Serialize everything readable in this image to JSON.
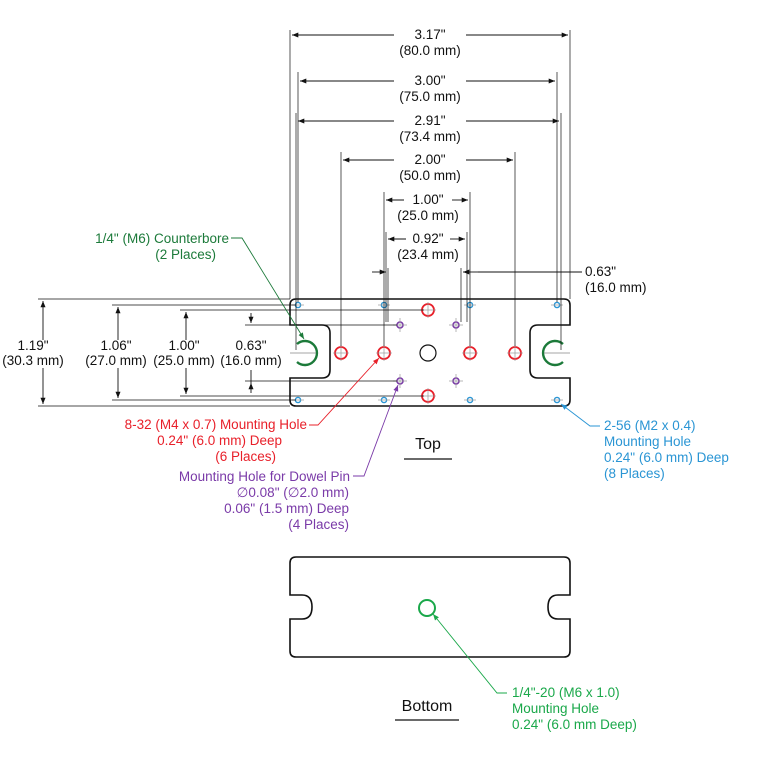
{
  "colors": {
    "outline": "#111111",
    "counterbore": "#1c7a3a",
    "mount_8_32": "#e8202a",
    "dowel": "#7a3aa8",
    "mount_2_56": "#2a95d4",
    "bottom_hole": "#1aa84a"
  },
  "dims": {
    "d317": "3.17\"",
    "d317_mm": "(80.0 mm)",
    "d300": "3.00\"",
    "d300_mm": "(75.0 mm)",
    "d291": "2.91\"",
    "d291_mm": "(73.4 mm)",
    "d200": "2.00\"",
    "d200_mm": "(50.0 mm)",
    "d100": "1.00\"",
    "d100_mm": "(25.0 mm)",
    "d092": "0.92\"",
    "d092_mm": "(23.4 mm)",
    "d063h": "0.63\"",
    "d063h_mm": "(16.0 mm)",
    "v119": "1.19\"",
    "v119_mm": "(30.3 mm)",
    "v106": "1.06\"",
    "v106_mm": "(27.0 mm)",
    "v100": "1.00\"",
    "v100_mm": "(25.0 mm)",
    "v063": "0.63\"",
    "v063_mm": "(16.0 mm)"
  },
  "callouts": {
    "counterbore": [
      "1/4\" (M6) Counterbore",
      "(2 Places)"
    ],
    "mount_8_32": [
      "8-32 (M4 x 0.7) Mounting Hole",
      "0.24\" (6.0 mm) Deep",
      "(6 Places)"
    ],
    "dowel": [
      "Mounting Hole for Dowel Pin",
      "∅0.08\" (∅2.0 mm)",
      "0.06\" (1.5 mm) Deep",
      "(4 Places)"
    ],
    "mount_2_56": [
      "2-56 (M2 x 0.4)",
      "Mounting Hole",
      "0.24\" (6.0 mm) Deep",
      "(8 Places)"
    ],
    "bottom_hole": [
      "1/4\"-20 (M6 x 1.0)",
      "Mounting Hole",
      "0.24\" (6.0 mm Deep)"
    ]
  },
  "views": {
    "top": "Top",
    "bottom": "Bottom"
  }
}
